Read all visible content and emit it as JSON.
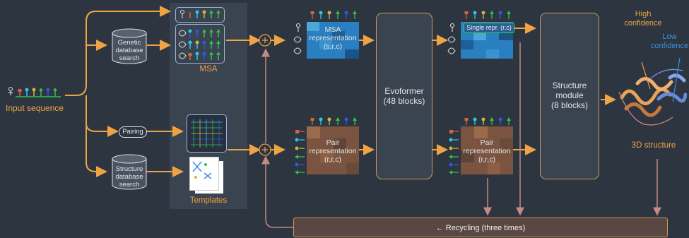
{
  "input_sequence_label": "Input sequence",
  "genetic_search_label": [
    "Genetic",
    "database",
    "search"
  ],
  "structure_search_label": [
    "Structure",
    "database",
    "search"
  ],
  "pairing_label": "Pairing",
  "msa_label": "MSA",
  "templates_label": "Templates",
  "msa_repr_label": [
    "MSA",
    "representation",
    "(s,r,c)"
  ],
  "pair_repr_label": [
    "Pair",
    "representation",
    "(r,r,c)"
  ],
  "evoformer_label": [
    "Evoformer",
    "(48 blocks)"
  ],
  "single_repr_label": "Single repr. (r,c)",
  "pair_repr_out_label": [
    "Pair",
    "representation",
    "(r,r,c)"
  ],
  "structure_module_label": [
    "Structure",
    "module",
    "(8 blocks)"
  ],
  "high_confidence_label": [
    "High",
    "confidence"
  ],
  "low_confidence_label": [
    "Low",
    "confidence"
  ],
  "structure_3d_label": "3D structure",
  "recycling_label": "← Recycling (three times)",
  "colors": {
    "background": "#2d3541",
    "accent": "#f0a345",
    "low_conf": "#3b8fe0"
  }
}
